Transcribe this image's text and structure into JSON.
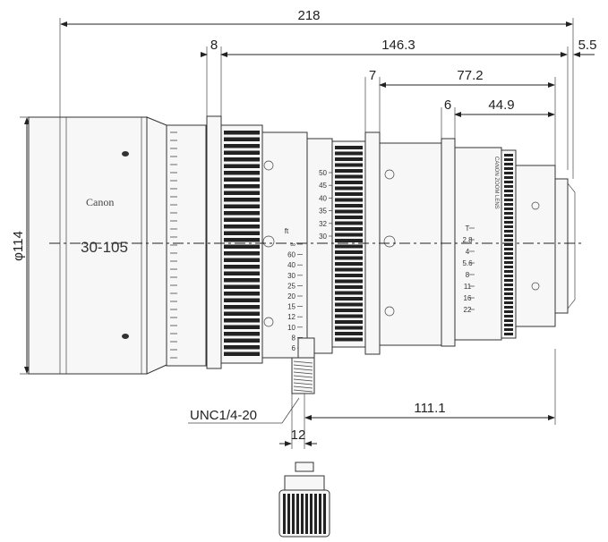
{
  "dimensions": {
    "overall_length": "218",
    "front_ring_width": "8",
    "length_from_front_ring": "146.3",
    "rear_gap": "5.5",
    "middle_ring_width": "7",
    "length_from_middle_ring": "77.2",
    "rear_ring_width": "6",
    "length_from_rear_ring": "44.9",
    "diameter": "φ114",
    "mount_offset": "111.1",
    "screw_width": "12"
  },
  "labels": {
    "brand": "Canon",
    "model": "30-105",
    "thread": "UNC1/4-20",
    "side_marking": "CANON ZOOM LENS"
  },
  "focus_scale": {
    "unit": "ft",
    "values": [
      "∞",
      "60",
      "40",
      "30",
      "25",
      "20",
      "15",
      "12",
      "10",
      "8",
      "6"
    ]
  },
  "zoom_scale": {
    "values": [
      "50",
      "45",
      "40",
      "35",
      "32",
      "30"
    ]
  },
  "iris_scale": {
    "values": [
      "T",
      "2.8",
      "4",
      "5.6",
      "8",
      "11",
      "16",
      "22"
    ]
  }
}
